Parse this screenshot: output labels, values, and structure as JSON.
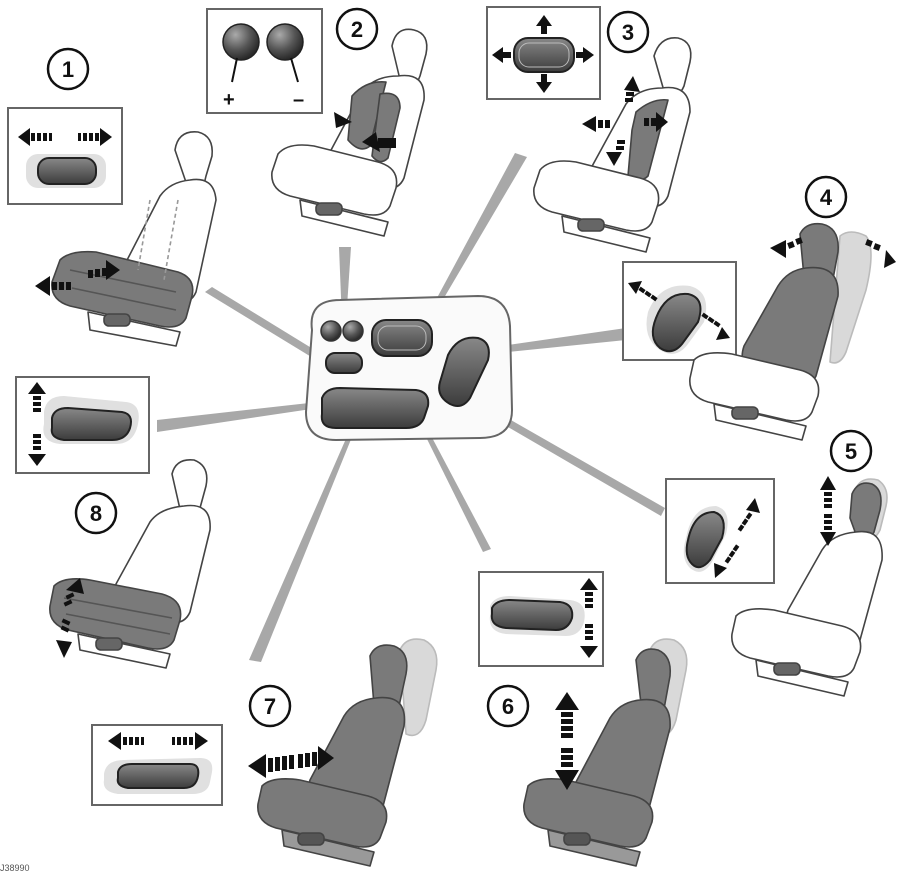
{
  "callouts": [
    {
      "id": "1",
      "label": "1"
    },
    {
      "id": "2",
      "label": "2"
    },
    {
      "id": "3",
      "label": "3"
    },
    {
      "id": "4",
      "label": "4"
    },
    {
      "id": "5",
      "label": "5"
    },
    {
      "id": "6",
      "label": "6"
    },
    {
      "id": "7",
      "label": "7"
    },
    {
      "id": "8",
      "label": "8"
    }
  ],
  "lumbar": {
    "plus_label": "+",
    "minus_label": "–"
  },
  "reference_code": "J38990",
  "colors": {
    "outline": "#444444",
    "seat_light": "#ffffff",
    "seat_dark": "#7a7a7a",
    "seat_ghost": "#d9d9d9",
    "switch_dark": "#5a5a5a",
    "pointer": "#a8a8a8",
    "arrow": "#111111"
  }
}
